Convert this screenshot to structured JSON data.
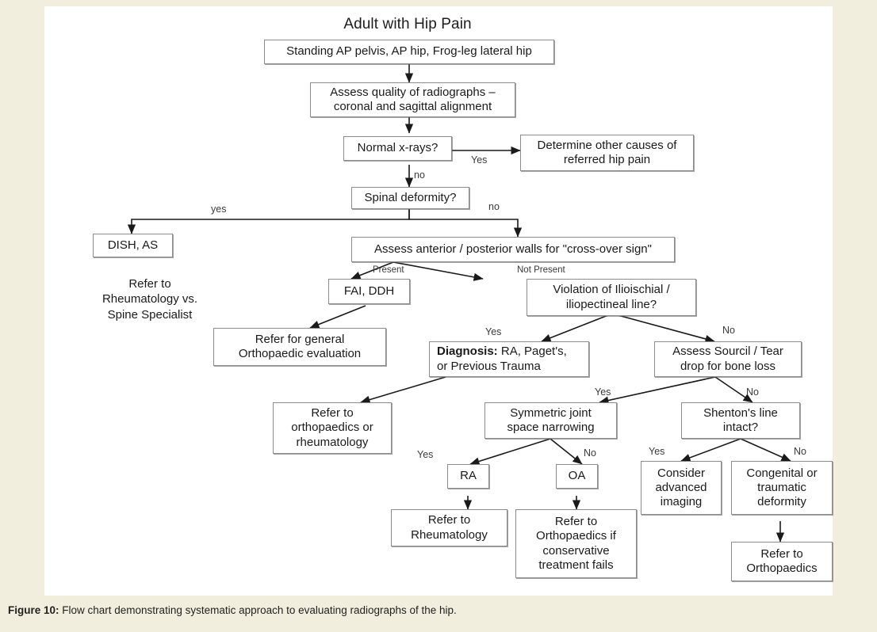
{
  "figure": {
    "chart_title": "Adult with Hip Pain",
    "caption_label": "Figure 10:",
    "caption_text": " Flow chart demonstrating systematic approach to evaluating radiographs of the hip."
  },
  "colors": {
    "page_background": "#f1eede",
    "figure_background": "#ffffff",
    "box_border": "#8c8c8c",
    "connector": "#1a1a1a",
    "text": "#1a1a1a",
    "label_text": "#3a3a3a"
  },
  "chart_data": {
    "type": "diagram",
    "title": "Adult with Hip Pain",
    "nodes": [
      {
        "id": "n1",
        "text": "Standing AP pelvis, AP hip, Frog-leg lateral hip"
      },
      {
        "id": "n2",
        "text": "Assess quality of radiographs – coronal and sagittal alignment"
      },
      {
        "id": "n3",
        "text": "Normal x-rays?"
      },
      {
        "id": "n4",
        "text": "Determine other causes of referred hip pain"
      },
      {
        "id": "n5",
        "text": "Spinal deformity?"
      },
      {
        "id": "n6",
        "text": "DISH, AS"
      },
      {
        "id": "n7",
        "text": "Refer to Rheumatology vs. Spine Specialist"
      },
      {
        "id": "n8",
        "text": "Assess anterior / posterior walls for \"cross-over sign\""
      },
      {
        "id": "n9",
        "text": "FAI, DDH"
      },
      {
        "id": "n10",
        "text": "Violation of Ilioischial / iliopectineal line?"
      },
      {
        "id": "n11",
        "text": "Refer for general Orthopaedic evaluation"
      },
      {
        "id": "n12",
        "text": "Diagnosis: RA, Paget's, or Previous Trauma"
      },
      {
        "id": "n13",
        "text": "Assess Sourcil / Tear drop for bone loss"
      },
      {
        "id": "n14",
        "text": "Refer to orthopaedics or rheumatology"
      },
      {
        "id": "n15",
        "text": "Symmetric joint space narrowing"
      },
      {
        "id": "n16",
        "text": "Shenton's line intact?"
      },
      {
        "id": "n17",
        "text": "RA"
      },
      {
        "id": "n18",
        "text": "OA"
      },
      {
        "id": "n19",
        "text": "Consider advanced imaging"
      },
      {
        "id": "n20",
        "text": "Congenital or traumatic deformity"
      },
      {
        "id": "n21",
        "text": "Refer to Rheumatology"
      },
      {
        "id": "n22",
        "text": "Refer to Orthopaedics if conservative treatment fails"
      },
      {
        "id": "n23",
        "text": "Refer to Orthopaedics"
      }
    ],
    "edges": [
      {
        "from": "n1",
        "to": "n2",
        "label": ""
      },
      {
        "from": "n2",
        "to": "n3",
        "label": ""
      },
      {
        "from": "n3",
        "to": "n4",
        "label": "Yes"
      },
      {
        "from": "n3",
        "to": "n5",
        "label": "no"
      },
      {
        "from": "n5",
        "to": "n6",
        "label": "yes"
      },
      {
        "from": "n5",
        "to": "n8",
        "label": "no"
      },
      {
        "from": "n8",
        "to": "n9",
        "label": "Present"
      },
      {
        "from": "n8",
        "to": "n10",
        "label": "Not Present"
      },
      {
        "from": "n9",
        "to": "n11",
        "label": ""
      },
      {
        "from": "n10",
        "to": "n12",
        "label": "Yes"
      },
      {
        "from": "n10",
        "to": "n13",
        "label": "No"
      },
      {
        "from": "n12",
        "to": "n14",
        "label": ""
      },
      {
        "from": "n13",
        "to": "n15",
        "label": "Yes"
      },
      {
        "from": "n13",
        "to": "n16",
        "label": "No"
      },
      {
        "from": "n15",
        "to": "n17",
        "label": "Yes"
      },
      {
        "from": "n15",
        "to": "n18",
        "label": "No"
      },
      {
        "from": "n16",
        "to": "n19",
        "label": "Yes"
      },
      {
        "from": "n16",
        "to": "n20",
        "label": "No"
      },
      {
        "from": "n17",
        "to": "n21",
        "label": ""
      },
      {
        "from": "n18",
        "to": "n22",
        "label": ""
      },
      {
        "from": "n20",
        "to": "n23",
        "label": ""
      }
    ]
  },
  "boxes": {
    "n1": {
      "text": "Standing AP pelvis, AP hip, Frog-leg lateral hip"
    },
    "n2a": {
      "text": "Assess quality of radiographs –"
    },
    "n2b": {
      "text": "coronal and sagittal alignment"
    },
    "n3": {
      "text": "Normal x-rays?"
    },
    "n4a": {
      "text": "Determine other causes of"
    },
    "n4b": {
      "text": "referred hip pain"
    },
    "n5": {
      "text": "Spinal deformity?"
    },
    "n6": {
      "text": "DISH, AS"
    },
    "n7a": {
      "text": "Refer to"
    },
    "n7b": {
      "text": "Rheumatology vs."
    },
    "n7c": {
      "text": "Spine Specialist"
    },
    "n8": {
      "text": "Assess anterior / posterior walls for \"cross-over sign\""
    },
    "n9": {
      "text": "FAI, DDH"
    },
    "n10a": {
      "text": "Violation of Ilioischial /"
    },
    "n10b": {
      "text": "iliopectineal line?"
    },
    "n11a": {
      "text": "Refer for general"
    },
    "n11b": {
      "text": "Orthopaedic evaluation"
    },
    "n12_bold": {
      "text": "Diagnosis:"
    },
    "n12a": {
      "text": " RA, Paget's,"
    },
    "n12b": {
      "text": "or Previous Trauma"
    },
    "n13a": {
      "text": "Assess Sourcil / Tear"
    },
    "n13b": {
      "text": "drop for bone loss"
    },
    "n14a": {
      "text": "Refer to"
    },
    "n14b": {
      "text": "orthopaedics or"
    },
    "n14c": {
      "text": "rheumatology"
    },
    "n15a": {
      "text": "Symmetric joint"
    },
    "n15b": {
      "text": "space narrowing"
    },
    "n16a": {
      "text": "Shenton's line"
    },
    "n16b": {
      "text": "intact?"
    },
    "n17": {
      "text": "RA"
    },
    "n18": {
      "text": "OA"
    },
    "n19a": {
      "text": "Consider"
    },
    "n19b": {
      "text": "advanced"
    },
    "n19c": {
      "text": "imaging"
    },
    "n20a": {
      "text": "Congenital or"
    },
    "n20b": {
      "text": "traumatic"
    },
    "n20c": {
      "text": "deformity"
    },
    "n21a": {
      "text": "Refer to"
    },
    "n21b": {
      "text": "Rheumatology"
    },
    "n22a": {
      "text": "Refer to"
    },
    "n22b": {
      "text": "Orthopaedics if"
    },
    "n22c": {
      "text": "conservative"
    },
    "n22d": {
      "text": "treatment fails"
    },
    "n23a": {
      "text": "Refer to"
    },
    "n23b": {
      "text": "Orthopaedics"
    }
  },
  "edge_labels": {
    "yes_normal_xrays": "Yes",
    "no_normal_xrays": "no",
    "yes_spinal": "yes",
    "no_spinal": "no",
    "present": "Present",
    "not_present": "Not Present",
    "yes_violation": "Yes",
    "no_violation": "No",
    "yes_sourcil": "Yes",
    "no_sourcil": "No",
    "yes_symmetric": "Yes",
    "no_symmetric": "No",
    "yes_shenton": "Yes",
    "no_shenton": "No"
  }
}
